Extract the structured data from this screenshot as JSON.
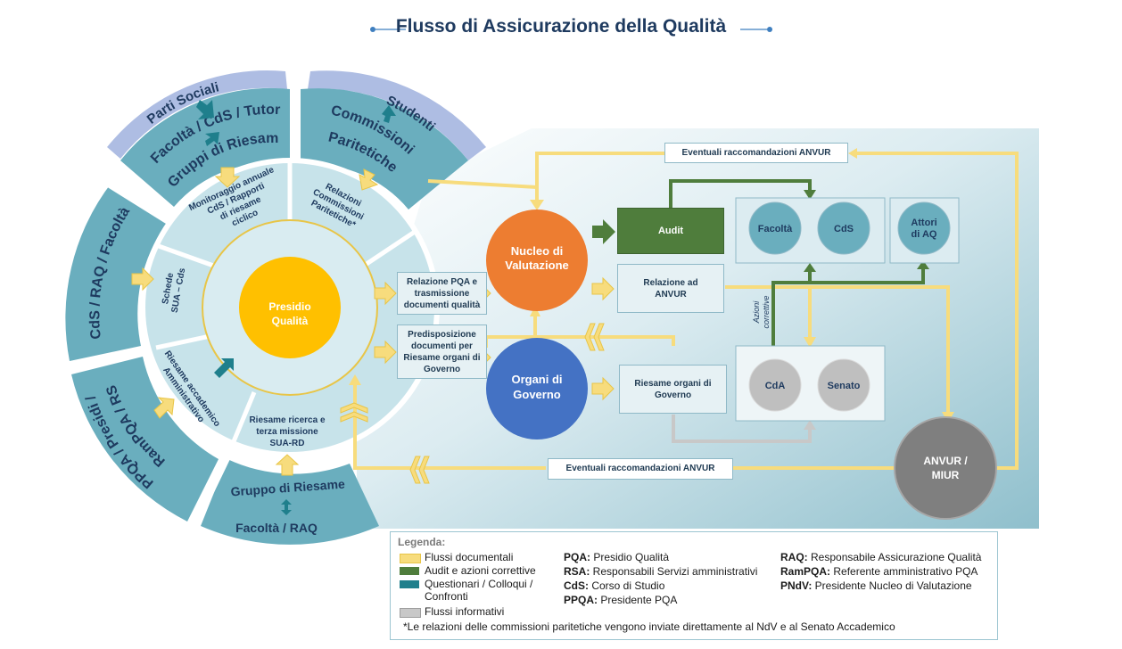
{
  "title": "Flusso di Assicurazione della Qualità",
  "colors": {
    "teal_dark": "#6aaebe",
    "teal_mid": "#8ec3cf",
    "teal_light": "#c7e3ea",
    "lavender": "#aebde3",
    "yellow_flow": "#f7dc7d",
    "audit_green": "#4f7d3c",
    "orange": "#ed7d31",
    "blue": "#4472c4",
    "gold": "#ffc000",
    "gray": "#7f7f7f"
  },
  "wheel": {
    "outer_sectors": {
      "parti_sociali": "Parti Sociali",
      "studenti": "Studenti",
      "facolta_cds_tutor": "Facoltà / CdS / Tutor",
      "gruppi_riesame": "Gruppi di Riesame",
      "commissioni": "Commissioni",
      "paritetiche": "Paritetiche",
      "cds_raq_facolta": "CdS / RAQ / Facoltà",
      "ppqa_presidi": "PPQA / Presidi /",
      "rampqa_rsa": "RamPQA / RSA",
      "gruppo_riesame": "Gruppo di Riesame",
      "facolta_raq": "Facoltà / RAQ"
    },
    "inner_sectors": {
      "monitoraggio": [
        "Monitoraggio annuale",
        "CdS / Rapporti",
        "di riesame",
        "ciclico"
      ],
      "relazioni": [
        "Relazioni",
        "Commissioni",
        "Paritetiche*"
      ],
      "schede": [
        "Schede",
        "SUA – Cds"
      ],
      "riesame_accademico": [
        "Riesame accademico",
        "Amministrativo"
      ],
      "riesame_ricerca": [
        "Riesame ricerca e",
        "terza missione",
        "SUA-RD"
      ]
    },
    "center": [
      "Presidio",
      "Qualità"
    ]
  },
  "flow": {
    "relazione_pqa": [
      "Relazione PQA e",
      "trasmissione",
      "documenti qualità"
    ],
    "predisposizione": [
      "Predisposizione",
      "documenti per",
      "Riesame organi di",
      "Governo"
    ],
    "nucleo": [
      "Nucleo di",
      "Valutazione"
    ],
    "organi": [
      "Organi di",
      "Governo"
    ],
    "audit": "Audit",
    "relazione_anvur": [
      "Relazione ad",
      "ANVUR"
    ],
    "riesame_organi": [
      "Riesame organi di",
      "Governo"
    ],
    "facolta": "Facoltà",
    "cds": "CdS",
    "attori": [
      "Attori",
      "di AQ"
    ],
    "cda": "CdA",
    "senato": "Senato",
    "anvur_miur": [
      "ANVUR /",
      "MIUR"
    ],
    "raccomandazioni_top": "Eventuali raccomandazioni ANVUR",
    "raccomandazioni_bottom": "Eventuali raccomandazioni ANVUR",
    "azioni_correttive": [
      "Azioni",
      "correttive"
    ]
  },
  "legend": {
    "title": "Legenda:",
    "items": [
      {
        "label": "Flussi documentali",
        "color": "#f7dc7d"
      },
      {
        "label": "Audit e azioni correttive",
        "color": "#4f7d3c"
      },
      {
        "label": "Questionari / Colloqui /",
        "label2": "Confronti",
        "color": "#1f7f8c"
      },
      {
        "label": "Flussi informativi",
        "color": "#c8c8c8"
      }
    ],
    "abbr_col1": [
      {
        "key": "PQA:",
        "value": " Presidio Qualità"
      },
      {
        "key": "RSA:",
        "value": " Responsabili Servizi amministrativi"
      },
      {
        "key": "CdS:",
        "value": " Corso di Studio"
      },
      {
        "key": "PPQA:",
        "value": " Presidente PQA"
      }
    ],
    "abbr_col2": [
      {
        "key": "RAQ:",
        "value": " Responsabile  Assicurazione Qualità"
      },
      {
        "key": "RamPQA:",
        "value": " Referente amministrativo PQA"
      },
      {
        "key": "PNdV:",
        "value": "  Presidente Nucleo di Valutazione"
      }
    ],
    "footnote": "*Le relazioni delle commissioni paritetiche vengono inviate direttamente al NdV e al Senato Accademico"
  }
}
